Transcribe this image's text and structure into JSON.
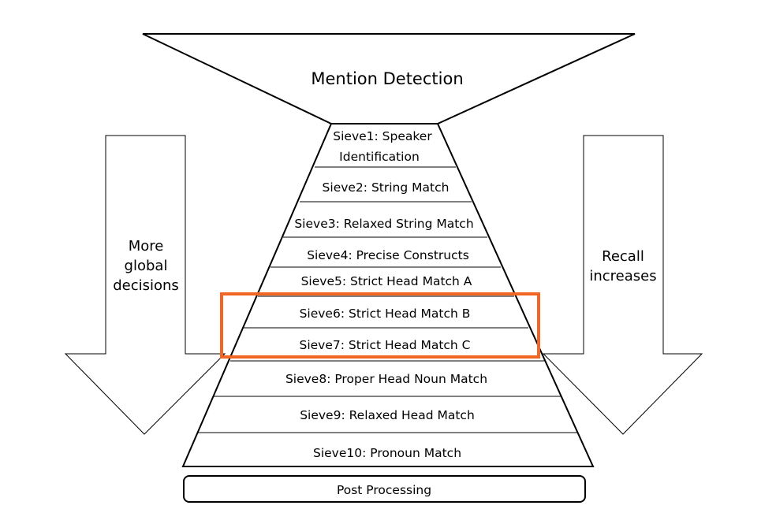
{
  "funnel": {
    "title": "Mention Detection"
  },
  "sieves": [
    {
      "lines": [
        "Sieve1: Speaker",
        "Identification"
      ]
    },
    {
      "lines": [
        "Sieve2: String Match"
      ]
    },
    {
      "lines": [
        "Sieve3: Relaxed String Match"
      ]
    },
    {
      "lines": [
        "Sieve4: Precise Constructs"
      ]
    },
    {
      "lines": [
        "Sieve5: Strict Head Match A"
      ]
    },
    {
      "lines": [
        "Sieve6: Strict Head Match B"
      ]
    },
    {
      "lines": [
        "Sieve7: Strict Head Match C"
      ]
    },
    {
      "lines": [
        "Sieve8: Proper Head Noun Match"
      ]
    },
    {
      "lines": [
        "Sieve9: Relaxed Head Match"
      ]
    },
    {
      "lines": [
        "Sieve10: Pronoun Match"
      ]
    }
  ],
  "highlight": {
    "sieves": [
      "Sieve6",
      "Sieve7"
    ],
    "color": "#f26522"
  },
  "left_arrow": {
    "lines": [
      "More",
      "global",
      "decisions"
    ]
  },
  "right_arrow": {
    "lines": [
      "Recall",
      "increases"
    ]
  },
  "post_processing": {
    "label": "Post Processing"
  }
}
